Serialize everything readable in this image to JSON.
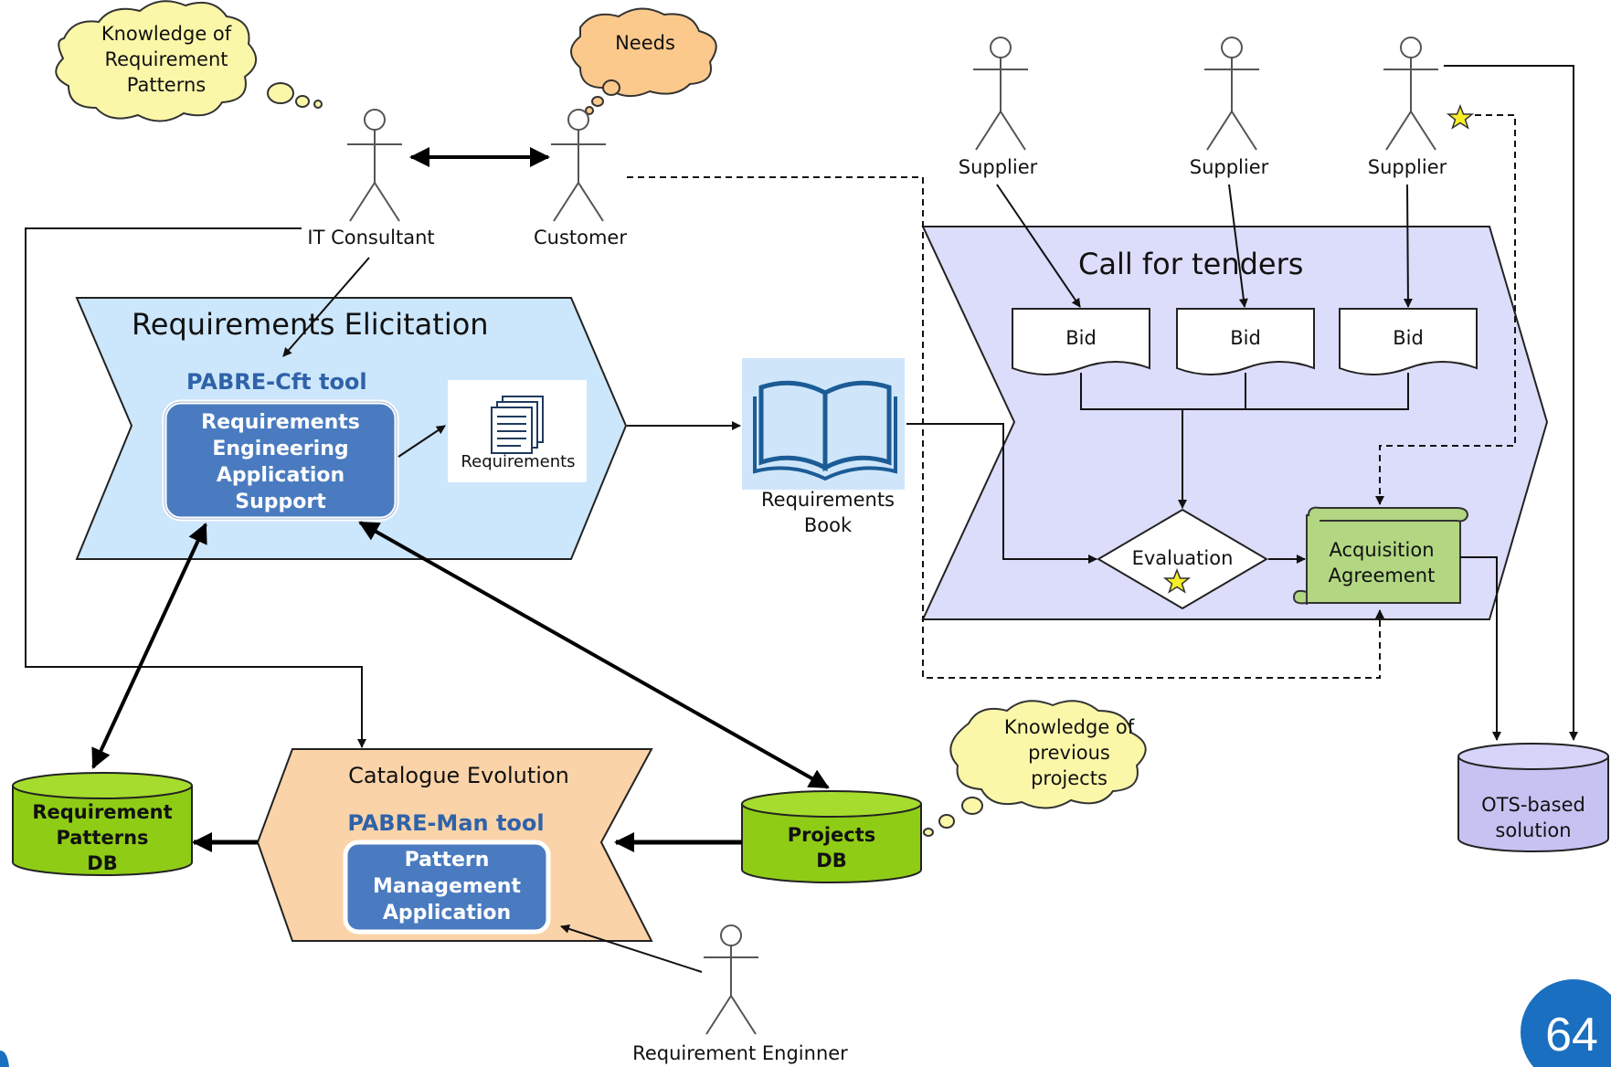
{
  "colors": {
    "elicitation": "#cce6fb",
    "tenders": "#dcdcfb",
    "catalogue": "#fbd3a8",
    "app_box": "#4a7bc0",
    "db_green": "#8fcc16",
    "ots": "#c6c3f3",
    "thought_yellow": "#fbf7a9",
    "thought_orange": "#fbc98b",
    "agreement": "#b2d682",
    "page_badge": "#1a6fc0"
  },
  "thoughts": {
    "req_patterns": [
      "Knowledge of",
      "Requirement",
      "Patterns"
    ],
    "needs": "Needs",
    "previous": [
      "Knowledge of",
      "previous",
      "projects"
    ]
  },
  "actors": {
    "it_consultant": "IT Consultant",
    "customer": "Customer",
    "supplier_1": "Supplier",
    "supplier_2": "Supplier",
    "supplier_3": "Supplier",
    "req_engineer": "Requirement Enginner"
  },
  "elicitation": {
    "title": "Requirements Elicitation",
    "tool": "PABRE-Cft tool",
    "app": [
      "Requirements",
      "Engineering",
      "Application",
      "Support"
    ],
    "doc_label": "Requirements"
  },
  "book": {
    "label": [
      "Requirements",
      "Book"
    ]
  },
  "tenders": {
    "title": "Call for tenders",
    "bid_1": "Bid",
    "bid_2": "Bid",
    "bid_3": "Bid",
    "evaluation": "Evaluation",
    "agreement": [
      "Acquisition",
      "Agreement"
    ]
  },
  "catalogue": {
    "title": "Catalogue Evolution",
    "tool": "PABRE-Man tool",
    "app": [
      "Pattern",
      "Management",
      "Application"
    ]
  },
  "databases": {
    "patterns": [
      "Requirement",
      "Patterns",
      "DB"
    ],
    "projects": [
      "Projects",
      "DB"
    ],
    "ots": [
      "OTS-based",
      "solution"
    ]
  },
  "page_number": "64",
  "icons": [
    "star-icon",
    "book-icon",
    "documents-icon",
    "stick-figure-icon",
    "thought-cloud-icon"
  ]
}
